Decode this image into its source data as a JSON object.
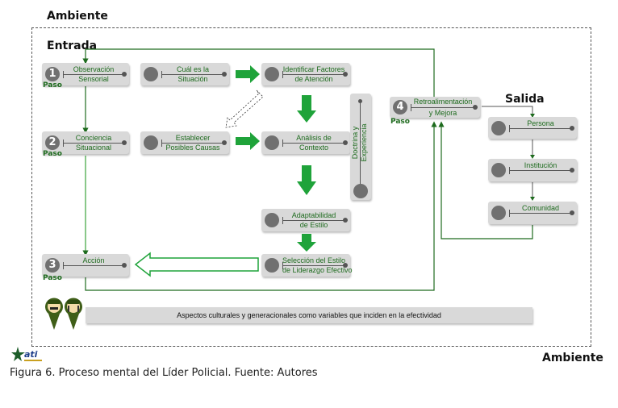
{
  "labels": {
    "ambiente_top": "Ambiente",
    "ambiente_bottom": "Ambiente",
    "entrada": "Entrada",
    "salida": "Salida",
    "paso": "Paso"
  },
  "steps": [
    {
      "number": "1",
      "line1": "Observación",
      "line2": "Sensorial"
    },
    {
      "number": "2",
      "line1": "Conciencia",
      "line2": "Situacional"
    },
    {
      "number": "3",
      "line1": "Acción"
    },
    {
      "number": "4",
      "line1": "Retroalimentación",
      "line2": "y Mejora"
    }
  ],
  "middle": {
    "cual": {
      "line1": "Cuál es la",
      "line2": "Situación"
    },
    "establecer": {
      "line1": "Establecer",
      "line2": "Posibles Causas"
    },
    "identificar": {
      "line1": "Identificar Factores",
      "line2": "de Atención"
    },
    "analisis": {
      "line1": "Análisis de",
      "line2": "Contexto"
    },
    "adaptabilidad": {
      "line1": "Adaptabilidad",
      "line2": "de Estilo"
    },
    "seleccion": {
      "line1": "Selección del Estilo",
      "line2": "de Liderazgo Efectivo"
    }
  },
  "doctrina": {
    "line1": "Doctrina y",
    "line2": "Experiencia"
  },
  "salida_items": [
    "Persona",
    "Institución",
    "Comunidad"
  ],
  "bottom_bar": "Aspectos culturales y generacionales como variables que inciden en la efectividad",
  "caption": "Figura 6. Proceso mental del Líder Policial. Fuente: Autores",
  "colors": {
    "green_line": "#1e6b1e",
    "green_arrow": "#1fa33a",
    "box_gray": "#d9d9d9",
    "circle_gray": "#707070"
  }
}
